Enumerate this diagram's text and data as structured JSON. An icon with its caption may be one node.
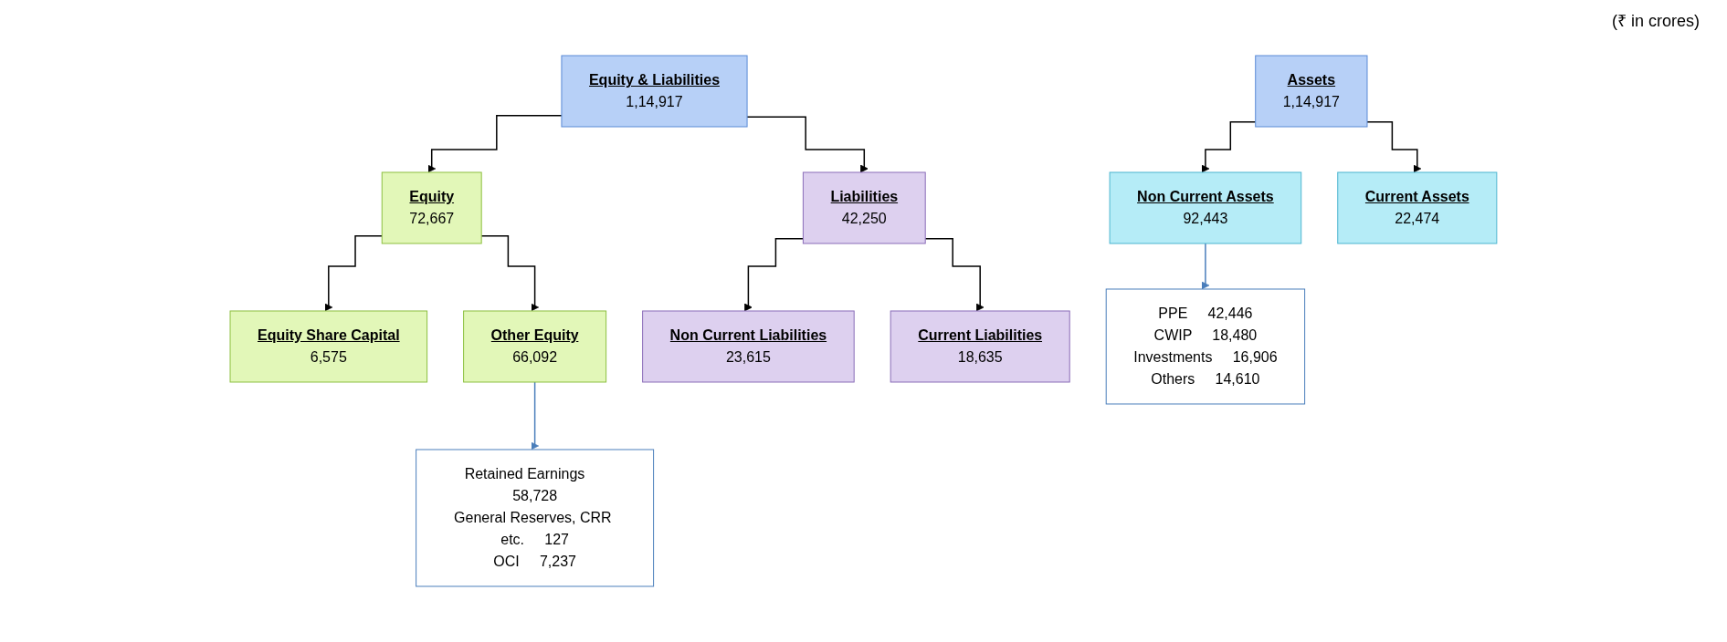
{
  "diagram": {
    "nodes": [
      {
        "text": [
          "Assets",
          "1,14,917"
        ]
      },
      {
        "text": [
          "Equity & Liabilities",
          "1,14,917"
        ]
      },
      {
        "text": [
          "Non Current Assets",
          "92,443"
        ]
      },
      {
        "text": [
          "Current Assets",
          "22,474"
        ]
      },
      {
        "text": [
          "Equity",
          "72,667"
        ]
      },
      {
        "text": [
          "Liabilities",
          "42,250"
        ]
      },
      {
        "text": [
          "Equity Share Capital",
          "6,575"
        ]
      },
      {
        "text": [
          "Other Equity",
          "66,092"
        ]
      },
      {
        "text": [
          "Non Current Liabilities",
          "23,615"
        ]
      },
      {
        "text": [
          "Current Liabilities",
          "18,635"
        ]
      },
      {
        "text": [
          "PPE",
          "42,446",
          "CWIP",
          "18,480",
          "Investments",
          "16,906",
          "Others",
          "14,610"
        ]
      },
      {
        "text": [
          "Retained Earnings",
          "58,728",
          "General Reserves, CRR etc.",
          "127",
          "OCI",
          "7,237"
        ]
      }
    ],
    "edges": [
      {
        "from": 0,
        "to": 2,
        "arrow": "to"
      },
      {
        "from": 0,
        "to": 3,
        "arrow": "to"
      },
      {
        "from": 1,
        "to": 4,
        "arrow": "to"
      },
      {
        "from": 1,
        "to": 5,
        "arrow": "to"
      },
      {
        "from": 4,
        "to": 6,
        "arrow": "to"
      },
      {
        "from": 4,
        "to": 7,
        "arrow": "to"
      },
      {
        "from": 5,
        "to": 8,
        "arrow": "to"
      },
      {
        "from": 5,
        "to": 9,
        "arrow": "to"
      },
      {
        "from": 2,
        "to": 10,
        "arrow": "to",
        "color": "#4a7ebb"
      },
      {
        "from": 7,
        "to": 11,
        "arrow": "to",
        "color": "#4a7ebb"
      }
    ],
    "labels": [
      "(₹ in crores)"
    ]
  }
}
